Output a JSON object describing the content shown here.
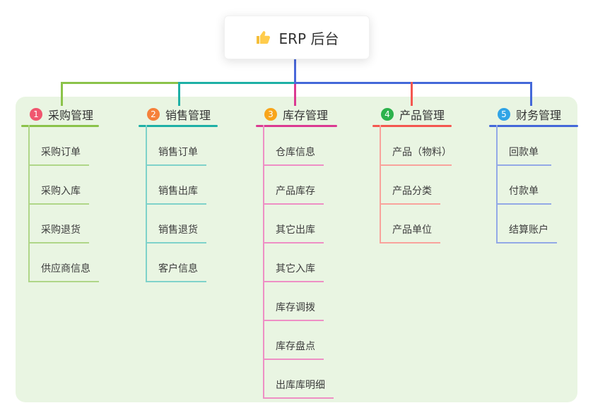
{
  "root": {
    "icon": "thumbs-up-icon",
    "title": "ERP 后台",
    "line_color": "#4A68DA"
  },
  "canvas": {
    "background": "#FFFFFF",
    "panel_background": "#E9F5E2"
  },
  "branches": [
    {
      "index": "1",
      "title": "采购管理",
      "badge_color": "#F0566F",
      "line_color": "#8BC34A",
      "child_line_color": "#AFD688",
      "children": [
        "采购订单",
        "采购入库",
        "采购退货",
        "供应商信息"
      ]
    },
    {
      "index": "2",
      "title": "销售管理",
      "badge_color": "#F5813B",
      "line_color": "#1EB0A6",
      "child_line_color": "#7FD2CA",
      "children": [
        "销售订单",
        "销售出库",
        "销售退货",
        "客户信息"
      ]
    },
    {
      "index": "3",
      "title": "库存管理",
      "badge_color": "#F8A51B",
      "line_color": "#DB3A92",
      "child_line_color": "#EE8FC5",
      "children": [
        "仓库信息",
        "产品库存",
        "其它出库",
        "其它入库",
        "库存调拨",
        "库存盘点",
        "出库库明细"
      ]
    },
    {
      "index": "4",
      "title": "产品管理",
      "badge_color": "#2CB24C",
      "line_color": "#F45750",
      "child_line_color": "#F9A39C",
      "children": [
        "产品（物料）",
        "产品分类",
        "产品单位"
      ]
    },
    {
      "index": "5",
      "title": "财务管理",
      "badge_color": "#31A4E6",
      "line_color": "#4468D9",
      "child_line_color": "#93A9E6",
      "children": [
        "回款单",
        "付款单",
        "结算账户"
      ]
    }
  ]
}
